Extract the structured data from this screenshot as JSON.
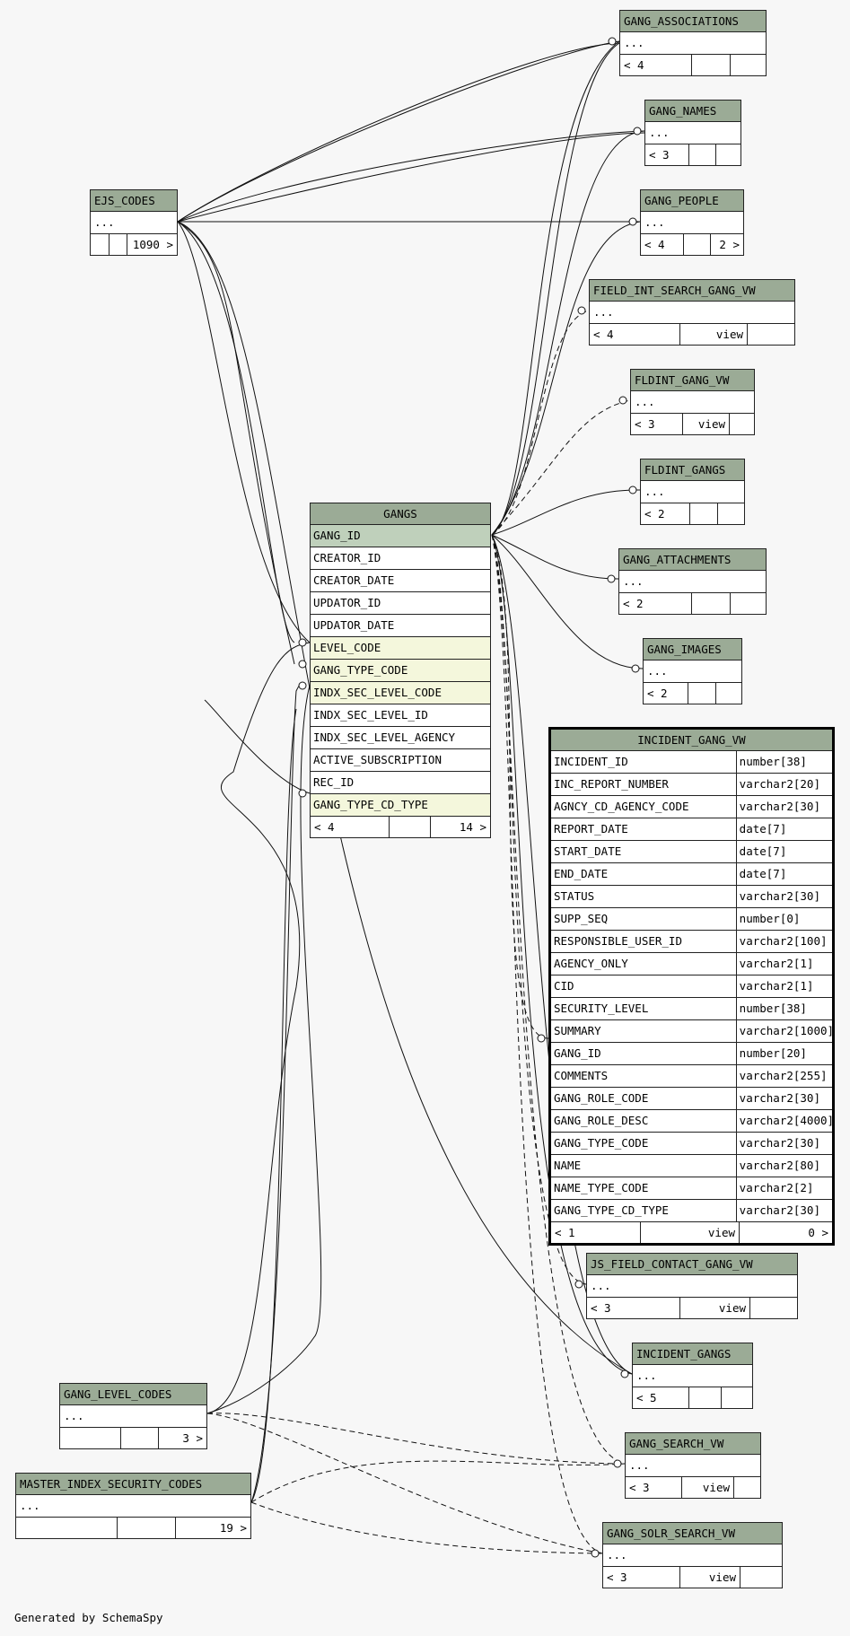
{
  "diagram": {
    "title": "",
    "generated_by": "Generated by SchemaSpy"
  },
  "tables": {
    "gang_associations": {
      "name": "GANG_ASSOCIATIONS",
      "body": "...",
      "footer": [
        "< 4",
        "",
        ""
      ]
    },
    "gang_names": {
      "name": "GANG_NAMES",
      "body": "...",
      "footer": [
        "< 3",
        "",
        ""
      ]
    },
    "gang_people": {
      "name": "GANG_PEOPLE",
      "body": "...",
      "footer": [
        "< 4",
        "",
        "2 >"
      ]
    },
    "field_int_search_gang_vw": {
      "name": "FIELD_INT_SEARCH_GANG_VW",
      "body": "...",
      "footer": [
        "< 4",
        "view",
        ""
      ]
    },
    "fldint_gang_vw": {
      "name": "FLDINT_GANG_VW",
      "body": "...",
      "footer": [
        "< 3",
        "view",
        ""
      ]
    },
    "fldint_gangs": {
      "name": "FLDINT_GANGS",
      "body": "...",
      "footer": [
        "< 2",
        "",
        ""
      ]
    },
    "gang_attachments": {
      "name": "GANG_ATTACHMENTS",
      "body": "...",
      "footer": [
        "< 2",
        "",
        ""
      ]
    },
    "gang_images": {
      "name": "GANG_IMAGES",
      "body": "...",
      "footer": [
        "< 2",
        "",
        ""
      ]
    },
    "ejs_codes": {
      "name": "EJS_CODES",
      "body": "...",
      "footer": [
        "",
        "",
        "1090 >"
      ]
    },
    "gangs": {
      "name": "GANGS",
      "columns": [
        "GANG_ID",
        "CREATOR_ID",
        "CREATOR_DATE",
        "UPDATOR_ID",
        "UPDATOR_DATE",
        "LEVEL_CODE",
        "GANG_TYPE_CODE",
        "INDX_SEC_LEVEL_CODE",
        "INDX_SEC_LEVEL_ID",
        "INDX_SEC_LEVEL_AGENCY",
        "ACTIVE_SUBSCRIPTION",
        "REC_ID",
        "GANG_TYPE_CD_TYPE"
      ],
      "footer": [
        "< 4",
        "",
        "14 >"
      ]
    },
    "incident_gang_vw": {
      "name": "INCIDENT_GANG_VW",
      "columns": [
        {
          "name": "INCIDENT_ID",
          "type": "number[38]"
        },
        {
          "name": "INC_REPORT_NUMBER",
          "type": "varchar2[20]"
        },
        {
          "name": "AGNCY_CD_AGENCY_CODE",
          "type": "varchar2[30]"
        },
        {
          "name": "REPORT_DATE",
          "type": "date[7]"
        },
        {
          "name": "START_DATE",
          "type": "date[7]"
        },
        {
          "name": "END_DATE",
          "type": "date[7]"
        },
        {
          "name": "STATUS",
          "type": "varchar2[30]"
        },
        {
          "name": "SUPP_SEQ",
          "type": "number[0]"
        },
        {
          "name": "RESPONSIBLE_USER_ID",
          "type": "varchar2[100]"
        },
        {
          "name": "AGENCY_ONLY",
          "type": "varchar2[1]"
        },
        {
          "name": "CID",
          "type": "varchar2[1]"
        },
        {
          "name": "SECURITY_LEVEL",
          "type": "number[38]"
        },
        {
          "name": "SUMMARY",
          "type": "varchar2[1000]"
        },
        {
          "name": "GANG_ID",
          "type": "number[20]"
        },
        {
          "name": "COMMENTS",
          "type": "varchar2[255]"
        },
        {
          "name": "GANG_ROLE_CODE",
          "type": "varchar2[30]"
        },
        {
          "name": "GANG_ROLE_DESC",
          "type": "varchar2[4000]"
        },
        {
          "name": "GANG_TYPE_CODE",
          "type": "varchar2[30]"
        },
        {
          "name": "NAME",
          "type": "varchar2[80]"
        },
        {
          "name": "NAME_TYPE_CODE",
          "type": "varchar2[2]"
        },
        {
          "name": "GANG_TYPE_CD_TYPE",
          "type": "varchar2[30]"
        }
      ],
      "footer": [
        "< 1",
        "view",
        "0 >"
      ]
    },
    "js_field_contact_gang_vw": {
      "name": "JS_FIELD_CONTACT_GANG_VW",
      "body": "...",
      "footer": [
        "< 3",
        "view",
        ""
      ]
    },
    "incident_gangs": {
      "name": "INCIDENT_GANGS",
      "body": "...",
      "footer": [
        "< 5",
        "",
        ""
      ]
    },
    "gang_level_codes": {
      "name": "GANG_LEVEL_CODES",
      "body": "...",
      "footer": [
        "",
        "",
        "3 >"
      ]
    },
    "gang_search_vw": {
      "name": "GANG_SEARCH_VW",
      "body": "...",
      "footer": [
        "< 3",
        "view",
        ""
      ]
    },
    "master_index_security_codes": {
      "name": "MASTER_INDEX_SECURITY_CODES",
      "body": "...",
      "footer": [
        "",
        "",
        "19 >"
      ]
    },
    "gang_solr_search_vw": {
      "name": "GANG_SOLR_SEARCH_VW",
      "body": "...",
      "footer": [
        "< 3",
        "view",
        ""
      ]
    }
  }
}
